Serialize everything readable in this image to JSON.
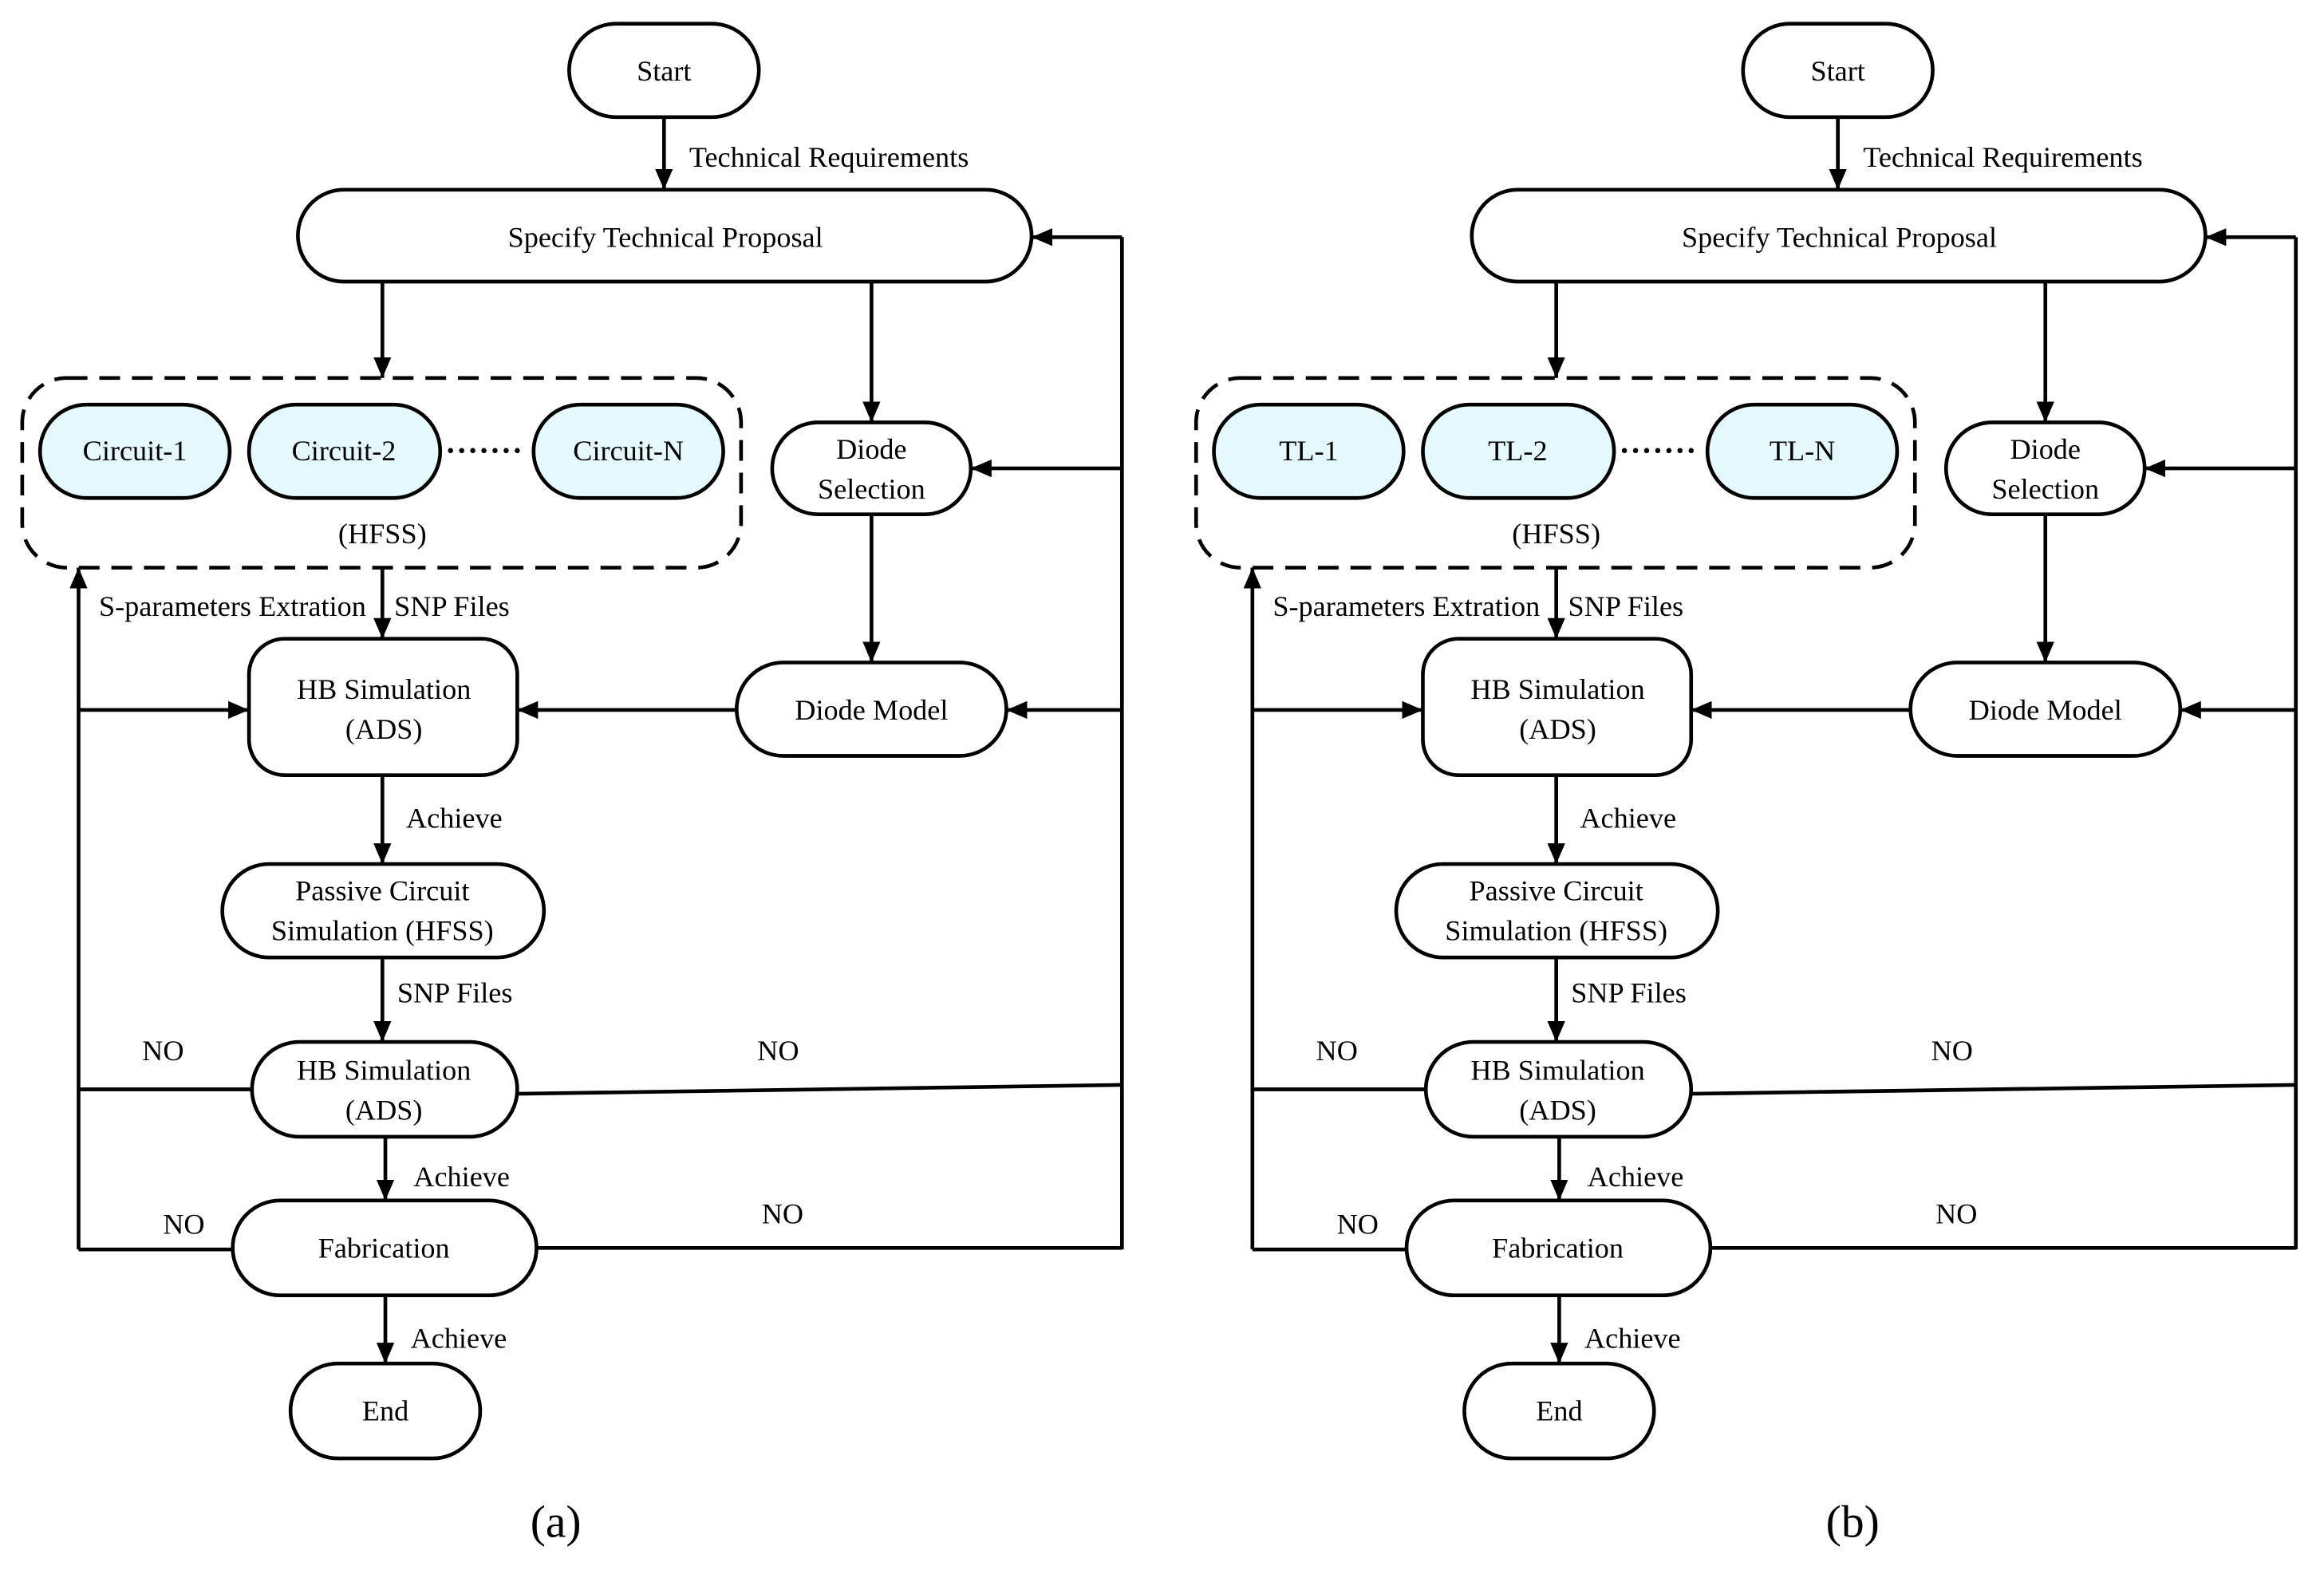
{
  "figure": {
    "captions": [
      "(a)",
      "(b)"
    ]
  },
  "colors": {
    "stroke": "#000000",
    "node_fill": "#ffffff",
    "highlight_fill": "#e5f8fb",
    "text": "#000000"
  },
  "panels": [
    {
      "start": "Start",
      "technical_requirements": "Technical Requirements",
      "proposal": "Specify Technical Proposal",
      "blocks": [
        "Circuit-1",
        "Circuit-2",
        "Circuit-N"
      ],
      "group_label": "(HFSS)",
      "diode_selection": [
        "Diode",
        "Selection"
      ],
      "diode_model": "Diode Model",
      "s_parameters_label": "S-parameters Extration",
      "snp_files_top": "SNP Files",
      "hb_simulation_top": [
        "HB Simulation",
        "(ADS)"
      ],
      "achieve_after_hb": "Achieve",
      "passive_simulation": [
        "Passive Circuit",
        "Simulation (HFSS)"
      ],
      "snp_files_bottom": "SNP Files",
      "hb_simulation_bottom": [
        "HB Simulation",
        "(ADS)"
      ],
      "no_hb_left": "NO",
      "no_hb_right": "NO",
      "achieve_after_hb_bottom": "Achieve",
      "fabrication": "Fabrication",
      "no_fab_left": "NO",
      "no_fab_right": "NO",
      "achieve_after_fabrication": "Achieve",
      "end": "End"
    },
    {
      "start": "Start",
      "technical_requirements": "Technical Requirements",
      "proposal": "Specify Technical Proposal",
      "blocks": [
        "TL-1",
        "TL-2",
        "TL-N"
      ],
      "group_label": "(HFSS)",
      "diode_selection": [
        "Diode",
        "Selection"
      ],
      "diode_model": "Diode Model",
      "s_parameters_label": "S-parameters Extration",
      "snp_files_top": "SNP Files",
      "hb_simulation_top": [
        "HB Simulation",
        "(ADS)"
      ],
      "achieve_after_hb": "Achieve",
      "passive_simulation": [
        "Passive Circuit",
        "Simulation (HFSS)"
      ],
      "snp_files_bottom": "SNP Files",
      "hb_simulation_bottom": [
        "HB Simulation",
        "(ADS)"
      ],
      "no_hb_left": "NO",
      "no_hb_right": "NO",
      "achieve_after_hb_bottom": "Achieve",
      "fabrication": "Fabrication",
      "no_fab_left": "NO",
      "no_fab_right": "NO",
      "achieve_after_fabrication": "Achieve",
      "end": "End"
    }
  ]
}
